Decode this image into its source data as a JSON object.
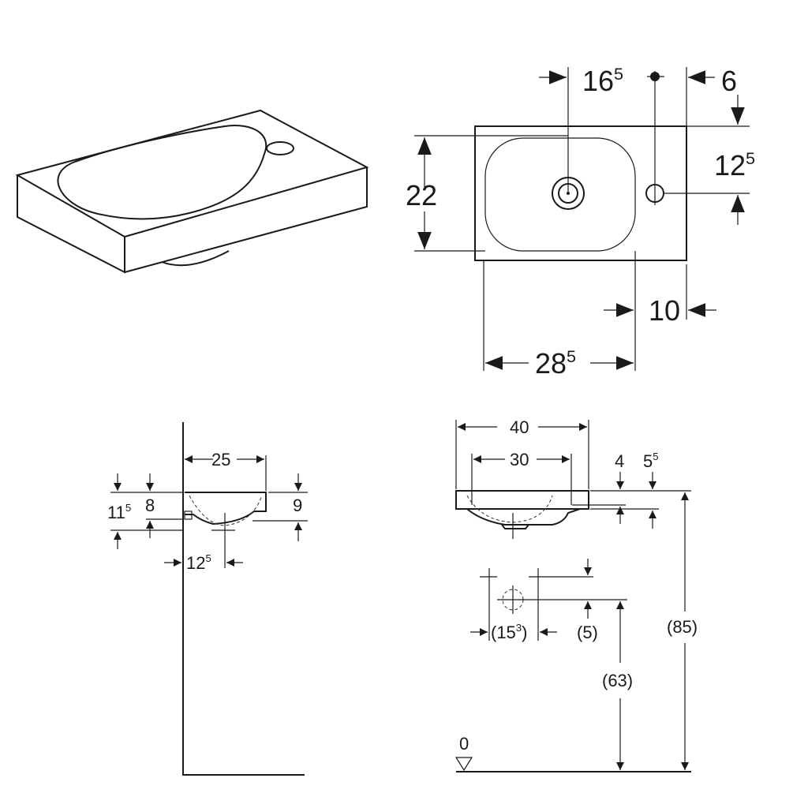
{
  "title": "Washbasin technical dimension drawing",
  "colors": {
    "line": "#1a1a1a",
    "background": "#ffffff"
  },
  "top_view": {
    "dims": {
      "drain_offset": {
        "main": "16",
        "sup": "5"
      },
      "tap_offset_right": {
        "main": "6",
        "sup": ""
      },
      "tap_offset_depth": {
        "main": "12",
        "sup": "5"
      },
      "depth": {
        "main": "22",
        "sup": ""
      },
      "bowl_right_margin": {
        "main": "10",
        "sup": ""
      },
      "bowl_width": {
        "main": "28",
        "sup": "5"
      }
    }
  },
  "side_view": {
    "dims": {
      "projection": {
        "main": "25",
        "sup": ""
      },
      "total_height": {
        "main": "11",
        "sup": "5"
      },
      "rim_height": {
        "main": "8",
        "sup": ""
      },
      "front_height": {
        "main": "9",
        "sup": ""
      },
      "drain_distance": {
        "main": "12",
        "sup": "5"
      }
    }
  },
  "front_view": {
    "dims": {
      "width": {
        "main": "40",
        "sup": ""
      },
      "fixing_spacing": {
        "main": "30",
        "sup": ""
      },
      "fixing_height": {
        "main": "4",
        "sup": ""
      },
      "rim_thickness": {
        "main": "5",
        "sup": "5"
      },
      "waste_spacing": {
        "main": "(15",
        "sup": "3",
        "tail": ")"
      },
      "waste_vertical": {
        "main": "(5)",
        "sup": ""
      },
      "waste_height": {
        "main": "(63)",
        "sup": ""
      },
      "rim_height_floor": {
        "main": "(85)",
        "sup": ""
      },
      "floor_level": {
        "main": "0",
        "sup": ""
      }
    }
  }
}
